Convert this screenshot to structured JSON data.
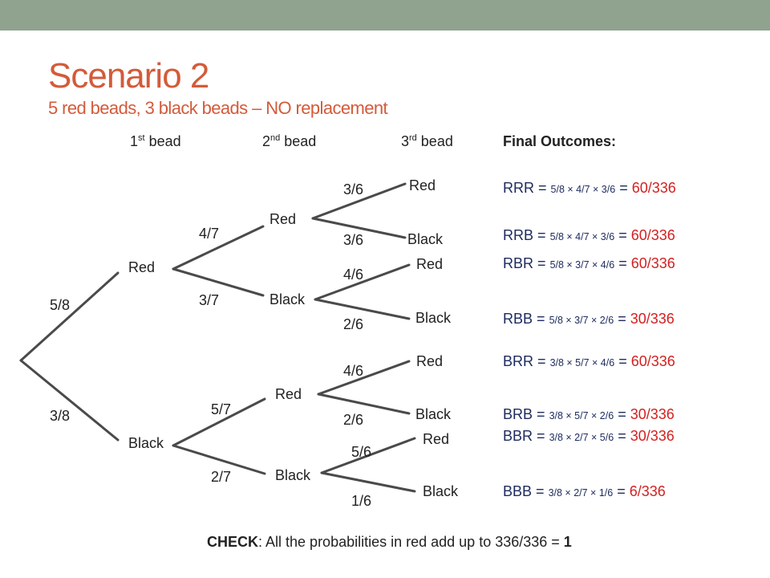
{
  "header": {
    "title": "Scenario 2",
    "subtitle": "5 red beads, 3 black beads – NO replacement"
  },
  "columns": {
    "c1": {
      "num": "1",
      "sup": "st",
      "word": " bead"
    },
    "c2": {
      "num": "2",
      "sup": "nd",
      "word": " bead"
    },
    "c3": {
      "num": "3",
      "sup": "rd",
      "word": " bead"
    }
  },
  "tree": {
    "p_first_red": "5/8",
    "p_first_black": "3/8",
    "first_red": "Red",
    "first_black": "Black",
    "p_RR": "4/7",
    "p_RB": "3/7",
    "p_BR": "5/7",
    "p_BB": "2/7",
    "RR": "Red",
    "RB": "Black",
    "BR": "Red",
    "BB": "Black",
    "p_RRR": "3/6",
    "p_RRB": "3/6",
    "p_RBR": "4/6",
    "p_RBB": "2/6",
    "p_BRR": "4/6",
    "p_BRB": "2/6",
    "p_BBR": "5/6",
    "p_BBB": "1/6",
    "RRR": "Red",
    "RRB": "Black",
    "RBR": "Red",
    "RBB": "Black",
    "BRR": "Red",
    "BRB": "Black",
    "BBR": "Red",
    "BBB": "Black"
  },
  "final_outcomes": {
    "title": "Final Outcomes:",
    "items": [
      {
        "code": "RRR",
        "expr": "5/8 × 4/7 × 3/6",
        "result": "60/336"
      },
      {
        "code": "RRB",
        "expr": "5/8 × 4/7 × 3/6",
        "result": "60/336"
      },
      {
        "code": "RBR",
        "expr": "5/8 × 3/7 × 4/6",
        "result": "60/336"
      },
      {
        "code": "RBB",
        "expr": "5/8 × 3/7 × 2/6",
        "result": "30/336"
      },
      {
        "code": "BRR",
        "expr": "3/8 × 5/7 × 4/6",
        "result": "60/336"
      },
      {
        "code": "BRB",
        "expr": "3/8 × 5/7 × 2/6",
        "result": "30/336"
      },
      {
        "code": "BBR",
        "expr": "3/8 × 2/7 × 5/6",
        "result": "30/336"
      },
      {
        "code": "BBB",
        "expr": "3/8 × 2/7 × 1/6",
        "result": "6/336"
      }
    ],
    "equals": "="
  },
  "check": {
    "label": "CHECK",
    "text": ":  All the probabilities  in red add up to 336/336  = ",
    "value": "1"
  },
  "colors": {
    "title": "#d35b3a",
    "result": "#d42020",
    "outcome_text": "#1d2b5e",
    "topbar": "#8fa38f"
  }
}
